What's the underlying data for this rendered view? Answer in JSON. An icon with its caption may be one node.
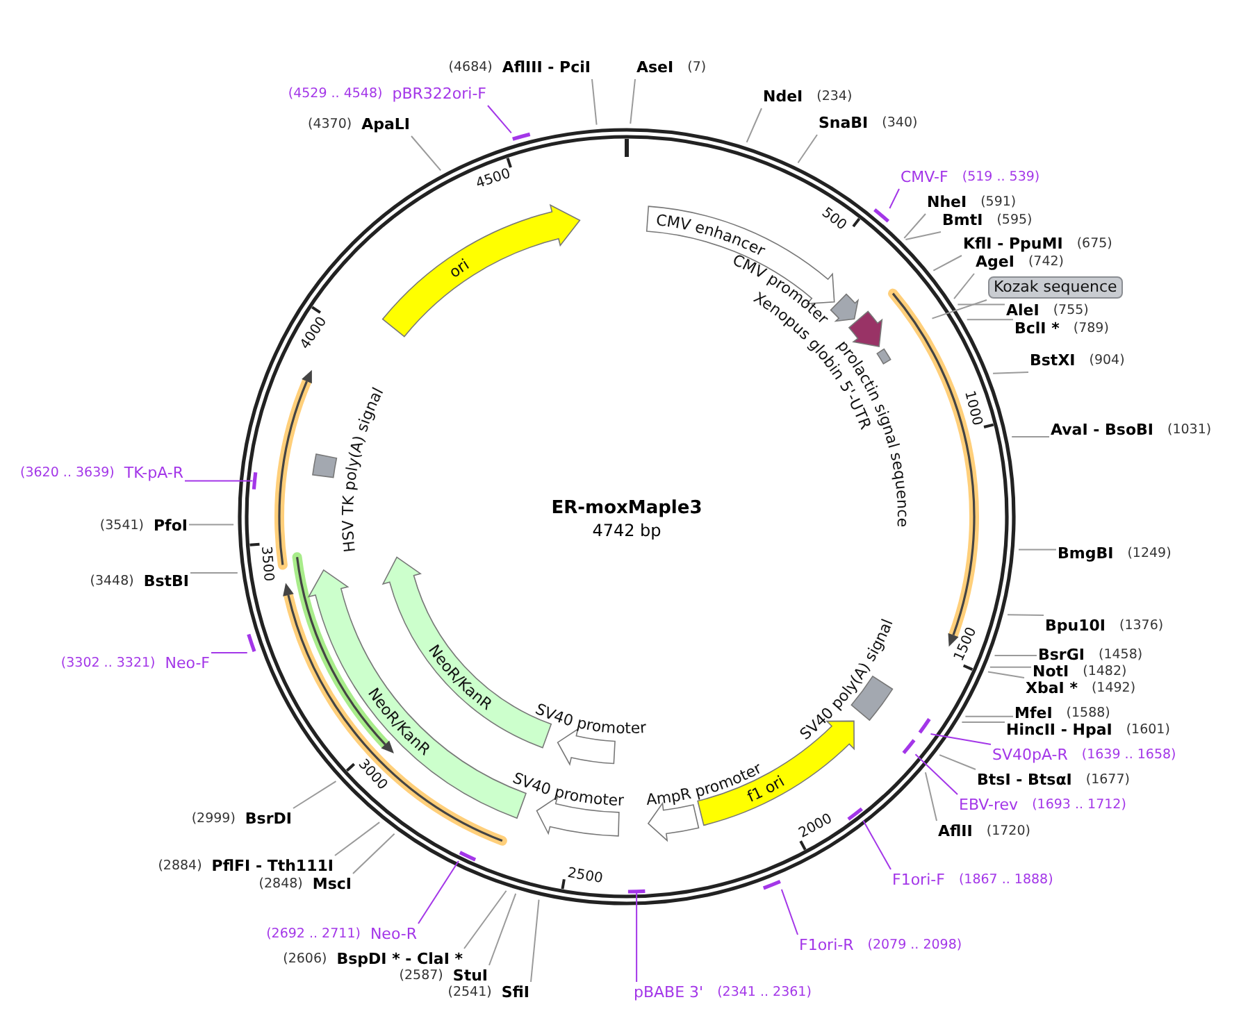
{
  "diagram": {
    "title": "ER-moxMaple3",
    "nodes": [
      {
        "text": [
          "AflIII - PciI"
        ],
        "beside": [
          "(4684)"
        ]
      },
      {
        "text": [
          "AseI"
        ],
        "beside": [
          "(7)"
        ]
      },
      {
        "text": [
          "pBR322ori-F"
        ],
        "beside": [
          "(4529 .. 4548)"
        ]
      },
      {
        "text": [
          "NdeI"
        ],
        "beside": [
          "(234)"
        ]
      },
      {
        "text": [
          "ApaLI"
        ],
        "beside": [
          "(4370)"
        ]
      },
      {
        "text": [
          "SnaBI"
        ],
        "beside": [
          "(340)"
        ]
      },
      {
        "text": [
          "CMV-F"
        ],
        "beside": [
          "(519 .. 539)"
        ]
      },
      {
        "text": [
          "NheI"
        ],
        "beside": [
          "(591)"
        ]
      },
      {
        "text": [
          "BmtI"
        ],
        "beside": [
          "(595)"
        ]
      },
      {
        "text": [
          "KflI - PpuMI"
        ],
        "beside": [
          "(675)"
        ]
      },
      {
        "text": [
          "AgeI"
        ],
        "beside": [
          "(742)"
        ]
      },
      {
        "text": [
          "Kozak sequence"
        ]
      },
      {
        "text": [
          "AleI"
        ],
        "beside": [
          "(755)"
        ]
      },
      {
        "text": [
          "BclI *"
        ],
        "beside": [
          "(789)"
        ]
      },
      {
        "text": [
          "BstXI"
        ],
        "beside": [
          "(904)"
        ]
      },
      {
        "text": [
          "AvaI - BsoBI"
        ],
        "beside": [
          "(1031)"
        ]
      },
      {
        "text": [
          "TK-pA-R"
        ],
        "beside": [
          "(3620 .. 3639)"
        ]
      },
      {
        "text": [
          "PfoI"
        ],
        "beside": [
          "(3541)"
        ]
      },
      {
        "text": [
          "BmgBI"
        ],
        "beside": [
          "(1249)"
        ]
      },
      {
        "text": [
          "BstBI"
        ],
        "beside": [
          "(3448)"
        ]
      },
      {
        "text": [
          "Bpu10I"
        ],
        "beside": [
          "(1376)"
        ]
      },
      {
        "text": [
          "BsrGI"
        ],
        "beside": [
          "(1458)"
        ]
      },
      {
        "text": [
          "Neo-F"
        ],
        "beside": [
          "(3302 .. 3321)"
        ]
      },
      {
        "text": [
          "NotI"
        ],
        "beside": [
          "(1482)"
        ]
      },
      {
        "text": [
          "XbaI *"
        ],
        "beside": [
          "(1492)"
        ]
      },
      {
        "text": [
          "MfeI"
        ],
        "beside": [
          "(1588)"
        ]
      },
      {
        "text": [
          "HincII - HpaI"
        ],
        "beside": [
          "(1601)"
        ]
      },
      {
        "text": [
          "SV40pA-R"
        ],
        "beside": [
          "(1639 .. 1658)"
        ]
      },
      {
        "text": [
          "BtsI - BtsαI"
        ],
        "beside": [
          "(1677)"
        ]
      },
      {
        "text": [
          "EBV-rev"
        ],
        "beside": [
          "(1693 .. 1712)"
        ]
      },
      {
        "text": [
          "BsrDI"
        ],
        "beside": [
          "(2999)"
        ]
      },
      {
        "text": [
          "AflII"
        ],
        "beside": [
          "(1720)"
        ]
      },
      {
        "text": [
          "PflFI - Tth111I"
        ],
        "beside": [
          "(2884)"
        ]
      },
      {
        "text": [
          "F1ori-F"
        ],
        "beside": [
          "(1867 .. 1888)"
        ]
      },
      {
        "text": [
          "MscI"
        ],
        "beside": [
          "(2848)"
        ]
      },
      {
        "text": [
          "Neo-R"
        ],
        "beside": [
          "(2692 .. 2711)"
        ]
      },
      {
        "text": [
          "F1ori-R"
        ],
        "beside": [
          "(2079 .. 2098)"
        ]
      },
      {
        "text": [
          "BspDI * - ClaI *"
        ],
        "beside": [
          "(2606)"
        ]
      },
      {
        "text": [
          "StuI"
        ],
        "beside": [
          "(2587)"
        ]
      },
      {
        "text": [
          "SfiI"
        ],
        "beside": [
          "(2541)"
        ]
      },
      {
        "text": [
          "pBABE 3'"
        ],
        "beside": [
          "(2341 .. 2361)"
        ]
      },
      {
        "text": [
          "CMV enhancer"
        ]
      },
      {
        "text": [
          "CMV promoter"
        ]
      },
      {
        "text": [
          "prolactin signal sequence"
        ]
      },
      {
        "text": [
          "Xenopus globin 5'-UTR"
        ]
      },
      {
        "text": [
          "ori"
        ]
      },
      {
        "text": [
          "HSV TK poly(A) signal"
        ]
      },
      {
        "text": [
          "NeoR/KanR"
        ]
      },
      {
        "text": [
          "SV40 promoter"
        ]
      },
      {
        "text": [
          "NeoR/KanR"
        ]
      },
      {
        "text": [
          "SV40 promoter"
        ]
      },
      {
        "text": [
          "AmpR promoter"
        ]
      },
      {
        "text": [
          "f1 ori"
        ]
      },
      {
        "text": [
          "SV40 poly(A) signal"
        ]
      },
      {
        "text": [],
        "shape": "bar"
      },
      {
        "text": [],
        "shape": "bar"
      },
      {
        "text": [],
        "shape": "bar"
      },
      {
        "text": [],
        "shape": "bar"
      },
      {
        "text": [],
        "shape": "bar"
      },
      {
        "text": [],
        "shape": "bar"
      },
      {
        "text": [],
        "shape": "bar"
      },
      {
        "text": [],
        "shape": "bar"
      },
      {
        "text": [],
        "shape": "bar"
      },
      {
        "text": [],
        "shape": "bar"
      }
    ],
    "edges": [
      {
        "from": 0,
        "to": null,
        "arrow": "none"
      },
      {
        "from": 1,
        "to": null,
        "arrow": "none"
      },
      {
        "from": 2,
        "to": 57,
        "arrow": "none",
        "color": "#a336e8"
      },
      {
        "from": 3,
        "to": null,
        "arrow": "none"
      },
      {
        "from": 4,
        "to": null,
        "arrow": "none"
      },
      {
        "from": 5,
        "to": null,
        "arrow": "none"
      },
      {
        "from": 6,
        "to": 61,
        "arrow": "none",
        "color": "#a336e8"
      },
      {
        "from": 7,
        "to": null,
        "arrow": "none"
      },
      {
        "from": 8,
        "to": null,
        "arrow": "none"
      },
      {
        "from": 9,
        "to": null,
        "arrow": "none"
      },
      {
        "from": 10,
        "to": null,
        "arrow": "none"
      },
      {
        "from": 11,
        "to": null,
        "arrow": "none"
      },
      {
        "from": 12,
        "to": null,
        "arrow": "none"
      },
      {
        "from": 13,
        "to": null,
        "arrow": "none"
      },
      {
        "from": 14,
        "to": null,
        "arrow": "none"
      },
      {
        "from": 15,
        "to": null,
        "arrow": "none"
      },
      {
        "from": 16,
        "to": 54,
        "arrow": "none",
        "color": "#a336e8"
      },
      {
        "from": 17,
        "to": null,
        "arrow": "none"
      },
      {
        "from": 18,
        "to": null,
        "arrow": "none"
      },
      {
        "from": 19,
        "to": null,
        "arrow": "none"
      },
      {
        "from": 20,
        "to": null,
        "arrow": "none"
      },
      {
        "from": 21,
        "to": null,
        "arrow": "none"
      },
      {
        "from": 22,
        "to": 55,
        "arrow": "none",
        "color": "#a336e8"
      },
      {
        "from": 23,
        "to": null,
        "arrow": "none"
      },
      {
        "from": 24,
        "to": null,
        "arrow": "none"
      },
      {
        "from": 25,
        "to": null,
        "arrow": "none"
      },
      {
        "from": 26,
        "to": null,
        "arrow": "none"
      },
      {
        "from": 27,
        "to": 62,
        "arrow": "none",
        "color": "#a336e8"
      },
      {
        "from": 28,
        "to": null,
        "arrow": "none"
      },
      {
        "from": 29,
        "to": 63,
        "arrow": "none",
        "color": "#a336e8"
      },
      {
        "from": 30,
        "to": null,
        "arrow": "none"
      },
      {
        "from": 31,
        "to": null,
        "arrow": "none"
      },
      {
        "from": 32,
        "to": null,
        "arrow": "none"
      },
      {
        "from": 33,
        "to": 60,
        "arrow": "none",
        "color": "#a336e8"
      },
      {
        "from": 34,
        "to": null,
        "arrow": "none"
      },
      {
        "from": 35,
        "to": 56,
        "arrow": "none",
        "color": "#a336e8"
      },
      {
        "from": 36,
        "to": 59,
        "arrow": "none",
        "color": "#a336e8"
      },
      {
        "from": 37,
        "to": null,
        "arrow": "none"
      },
      {
        "from": 38,
        "to": null,
        "arrow": "none"
      },
      {
        "from": 39,
        "to": null,
        "arrow": "none"
      },
      {
        "from": 40,
        "to": 58,
        "arrow": "none",
        "color": "#a336e8"
      }
    ],
    "labels": [
      "4742 bp",
      "500",
      "1000",
      "1500",
      "2000",
      "2500",
      "3000",
      "3500",
      "4000",
      "4500"
    ]
  }
}
